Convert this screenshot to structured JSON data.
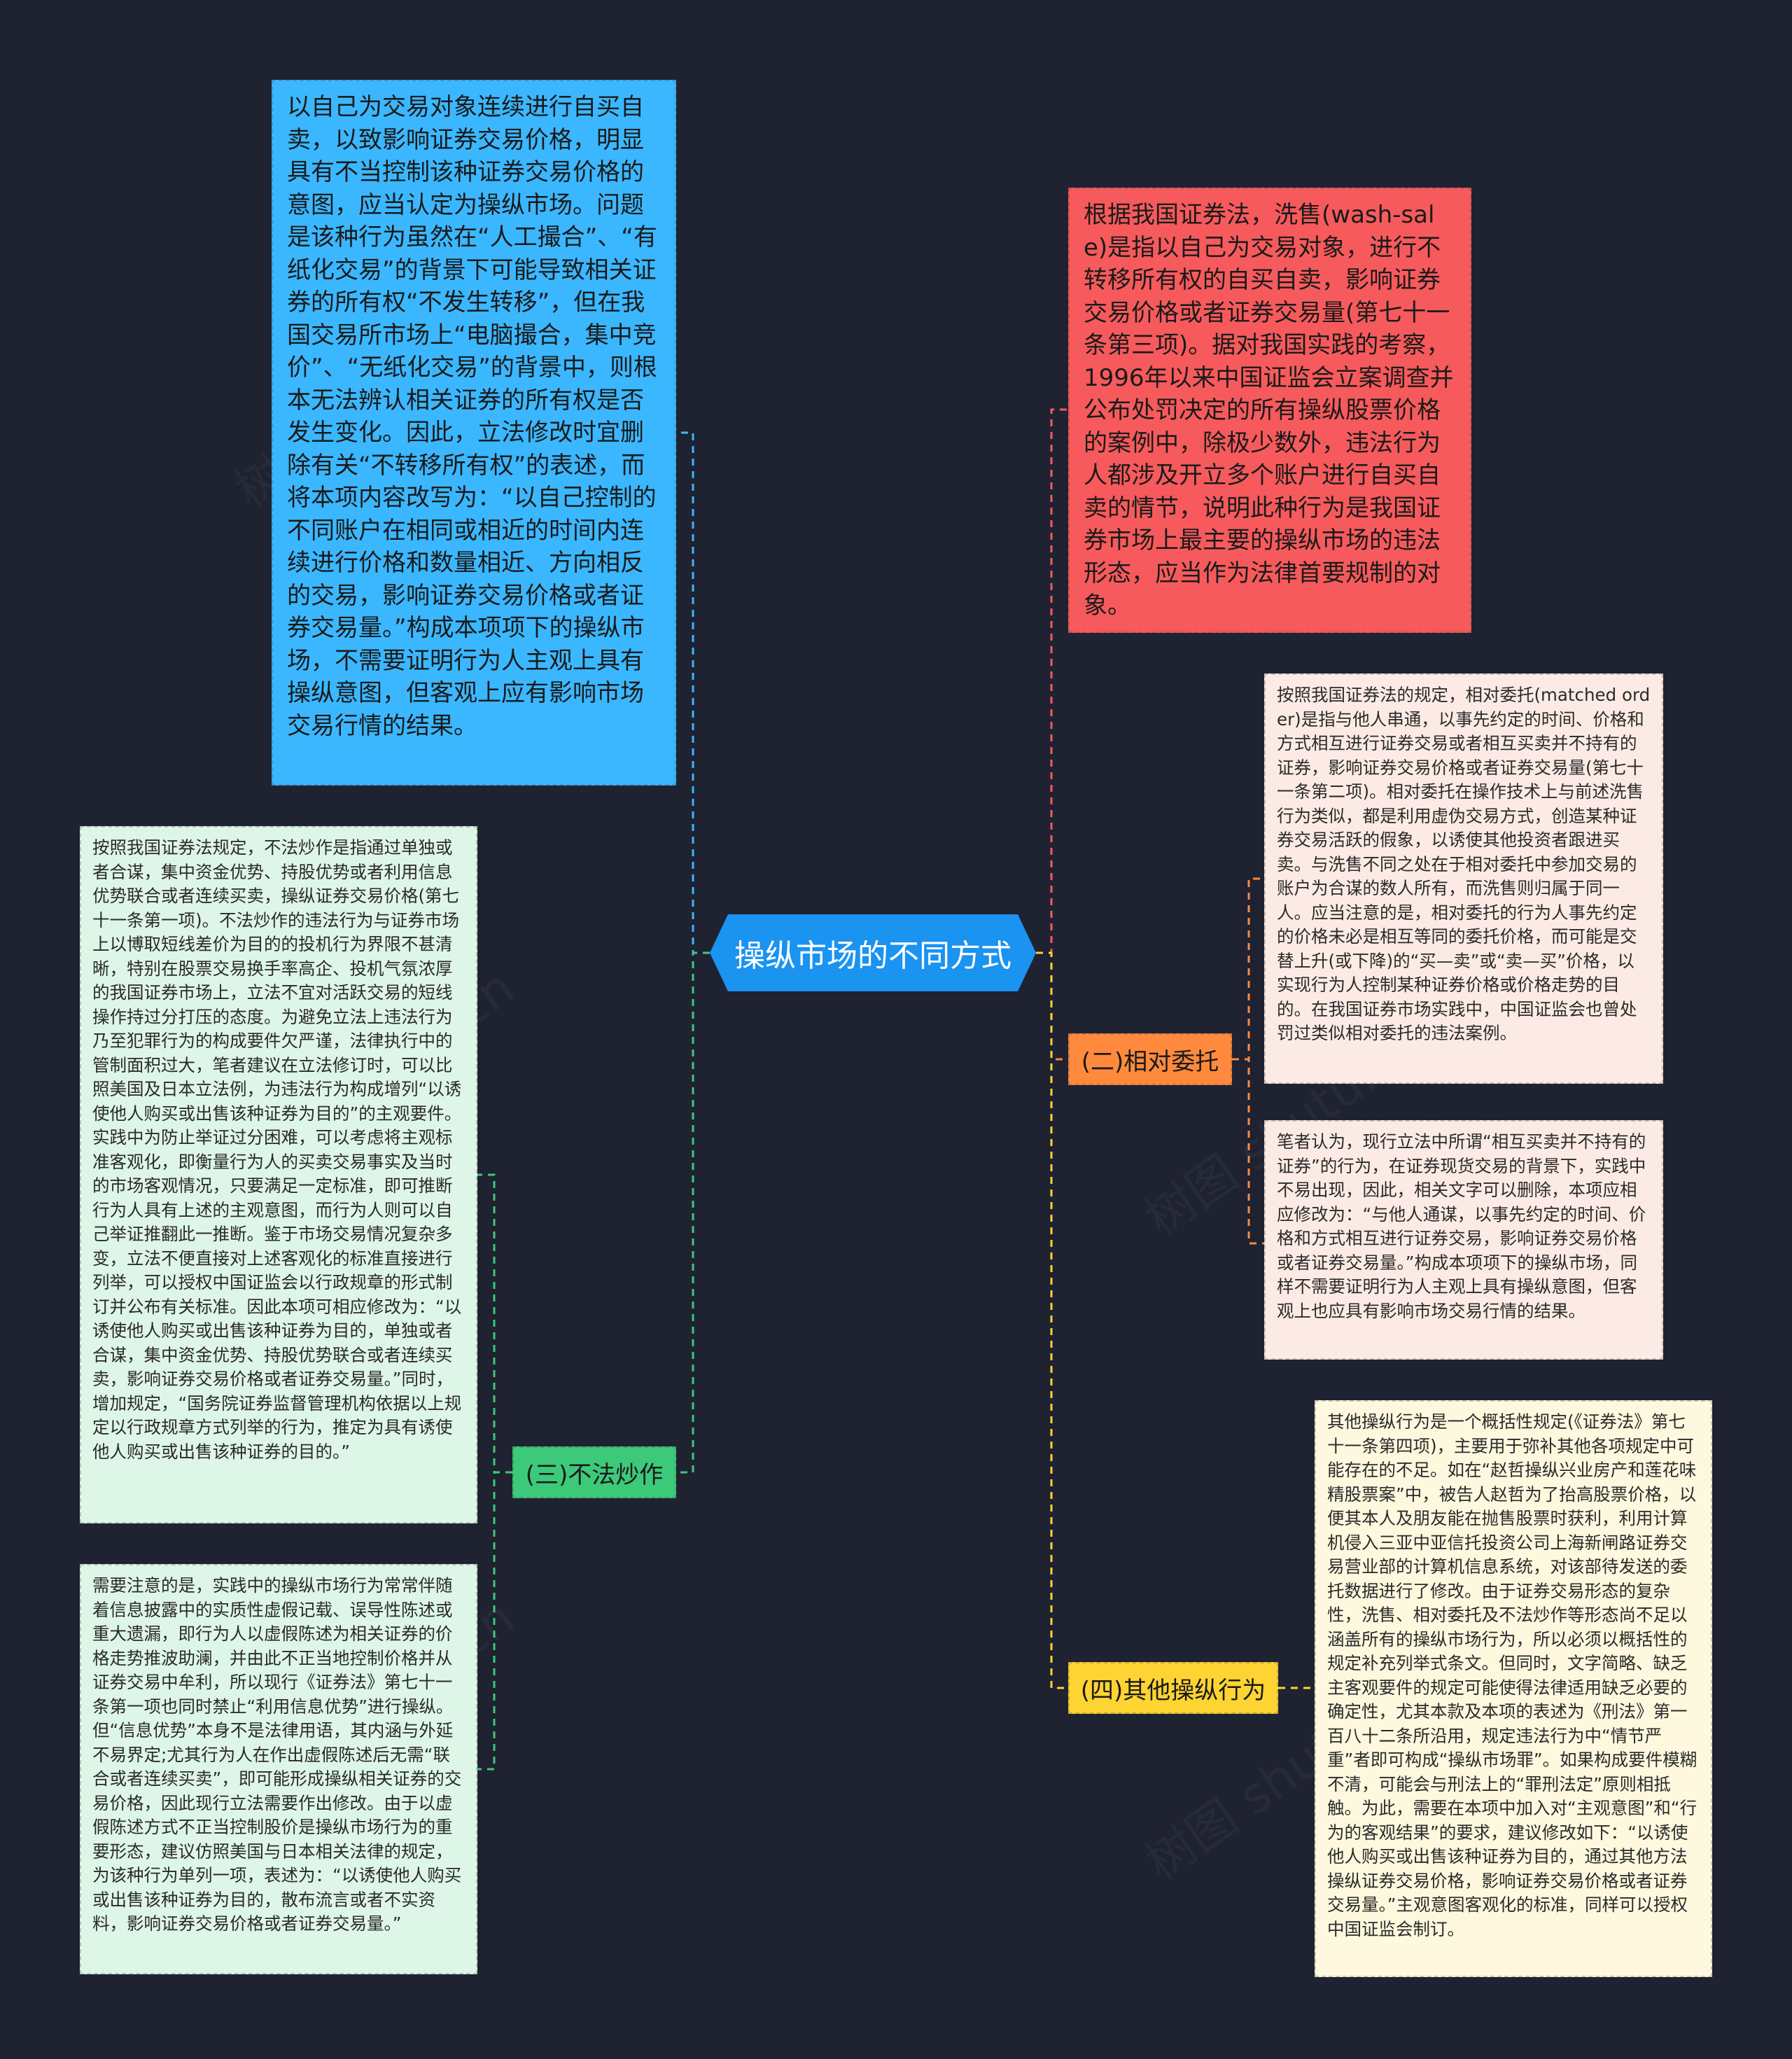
{
  "center": {
    "title": "操纵市场的不同方式"
  },
  "branches": {
    "b1": {
      "label": "",
      "text": "以自己为交易对象连续进行自买自卖，以致影响证券交易价格，明显具有不当控制该种证券交易价格的意图，应当认定为操纵市场。问题是该种行为虽然在“人工撮合”、“有纸化交易”的背景下可能导致相关证券的所有权“不发生转移”，但在我国交易所市场上“电脑撮合，集中竞价”、“无纸化交易”的背景中，则根本无法辨认相关证券的所有权是否发生变化。因此，立法修改时宜删除有关“不转移所有权”的表述，而将本项内容改写为：“以自己控制的不同账户在相同或相近的时间内连续进行价格和数量相近、方向相反的交易，影响证券交易价格或者证券交易量。”构成本项项下的操纵市场，不需要证明行为人主观上具有操纵意图，但客观上应有影响市场交易行情的结果。"
    },
    "wash": {
      "text": "根据我国证券法，洗售(wash-sale)是指以自己为交易对象，进行不转移所有权的自买自卖，影响证券交易价格或者证券交易量(第七十一条第三项)。据对我国实践的考察，1996年以来中国证监会立案调查并公布处罚决定的所有操纵股票价格的案例中，除极少数外，违法行为人都涉及开立多个账户进行自买自卖的情节，说明此种行为是我国证券市场上最主要的操纵市场的违法形态，应当作为法律首要规制的对象。"
    },
    "matched": {
      "label": "(二)相对委托",
      "text1": "按照我国证券法的规定，相对委托(matched order)是指与他人串通，以事先约定的时间、价格和方式相互进行证券交易或者相互买卖并不持有的证券，影响证券交易价格或者证券交易量(第七十一条第二项)。相对委托在操作技术上与前述洗售行为类似，都是利用虚伪交易方式，创造某种证券交易活跃的假象，以诱使其他投资者跟进买卖。与洗售不同之处在于相对委托中参加交易的账户为合谋的数人所有，而洗售则归属于同一人。应当注意的是，相对委托的行为人事先约定的价格未必是相互等同的委托价格，而可能是交替上升(或下降)的“买—卖”或“卖—买”价格，以实现行为人控制某种证券价格或价格走势的目的。在我国证券市场实践中，中国证监会也曾处罚过类似相对委托的违法案例。",
      "text2": "笔者认为，现行立法中所谓“相互买卖并不持有的证券”的行为，在证券现货交易的背景下，实践中不易出现，因此，相关文字可以删除，本项应相应修改为：“与他人通谋，以事先约定的时间、价格和方式相互进行证券交易，影响证券交易价格或者证券交易量。”构成本项项下的操纵市场，同样不需要证明行为人主观上具有操纵意图，但客观上也应具有影响市场交易行情的结果。"
    },
    "churning": {
      "label": "(三)不法炒作",
      "text1": "按照我国证券法规定，不法炒作是指通过单独或者合谋，集中资金优势、持股优势或者利用信息优势联合或者连续买卖，操纵证券交易价格(第七十一条第一项)。不法炒作的违法行为与证券市场上以博取短线差价为目的的投机行为界限不甚清晰，特别在股票交易换手率高企、投机气氛浓厚的我国证券市场上，立法不宜对活跃交易的短线操作持过分打压的态度。为避免立法上违法行为乃至犯罪行为的构成要件欠严谨，法律执行中的管制面积过大，笔者建议在立法修订时，可以比照美国及日本立法例，为违法行为构成增列“以诱使他人购买或出售该种证券为目的”的主观要件。实践中为防止举证过分困难，可以考虑将主观标准客观化，即衡量行为人的买卖交易事实及当时的市场客观情况，只要满足一定标准，即可推断行为人具有上述的主观意图，而行为人则可以自己举证推翻此一推断。鉴于市场交易情况复杂多变，立法不便直接对上述客观化的标准直接进行列举，可以授权中国证监会以行政规章的形式制订并公布有关标准。因此本项可相应修改为：“以诱使他人购买或出售该种证券为目的，单独或者合谋，集中资金优势、持股优势联合或者连续买卖，影响证券交易价格或者证券交易量。”同时，增加规定，“国务院证券监督管理机构依据以上规定以行政规章方式列举的行为，推定为具有诱使他人购买或出售该种证券的目的。”",
      "text2": "需要注意的是，实践中的操纵市场行为常常伴随着信息披露中的实质性虚假记载、误导性陈述或重大遗漏，即行为人以虚假陈述为相关证券的价格走势推波助澜，并由此不正当地控制价格并从证券交易中牟利，所以现行《证券法》第七十一条第一项也同时禁止“利用信息优势”进行操纵。但“信息优势”本身不是法律用语，其内涵与外延不易界定;尤其行为人在作出虚假陈述后无需“联合或者连续买卖”，即可能形成操纵相关证券的交易价格，因此现行立法需要作出修改。由于以虚假陈述方式不正当控制股价是操纵市场行为的重要形态，建议仿照美国与日本相关法律的规定，为该种行为单列一项，表述为：“以诱使他人购买或出售该种证券为目的，散布流言或者不实资料，影响证券交易价格或者证券交易量。”"
    },
    "other": {
      "label": "(四)其他操纵行为",
      "text": "其他操纵行为是一个概括性规定(《证券法》第七十一条第四项)，主要用于弥补其他各项规定中可能存在的不足。如在“赵哲操纵兴业房产和莲花味精股票案”中，被告人赵哲为了抬高股票价格，以便其本人及朋友能在抛售股票时获利，利用计算机侵入三亚中亚信托投资公司上海新闸路证券交易营业部的计算机信息系统，对该部待发送的委托数据进行了修改。由于证券交易形态的复杂性，洗售、相对委托及不法炒作等形态尚不足以涵盖所有的操纵市场行为，所以必须以概括性的规定补充列举式条文。但同时，文字简略、缺乏主客观要件的规定可能使得法律适用缺乏必要的确定性，尤其本款及本项的表述为《刑法》第一百八十二条所沿用，规定违法行为中“情节严重”者即可构成“操纵市场罪”。如果构成要件模糊不清，可能会与刑法上的“罪刑法定”原则相抵触。为此，需要在本项中加入对“主观意图”和“行为的客观结果”的要求，建议修改如下：“以诱使他人购买或出售该种证券为目的，通过其他方法操纵证券交易价格，影响证券交易价格或者证券交易量。”主观意图客观化的标准，同样可以授权中国证监会制订。"
    }
  },
  "colors": {
    "background": "#1f2230",
    "center": "#1a93f1",
    "blue": "#3bb7ff",
    "red": "#f65a5c",
    "orange": "#ff8a3d",
    "orange_light": "#fcebe4",
    "green": "#3cc97a",
    "green_light": "#def6e7",
    "yellow": "#fdd432",
    "yellow_light": "#fdf8de"
  },
  "watermark": "树图 shutu.cn"
}
